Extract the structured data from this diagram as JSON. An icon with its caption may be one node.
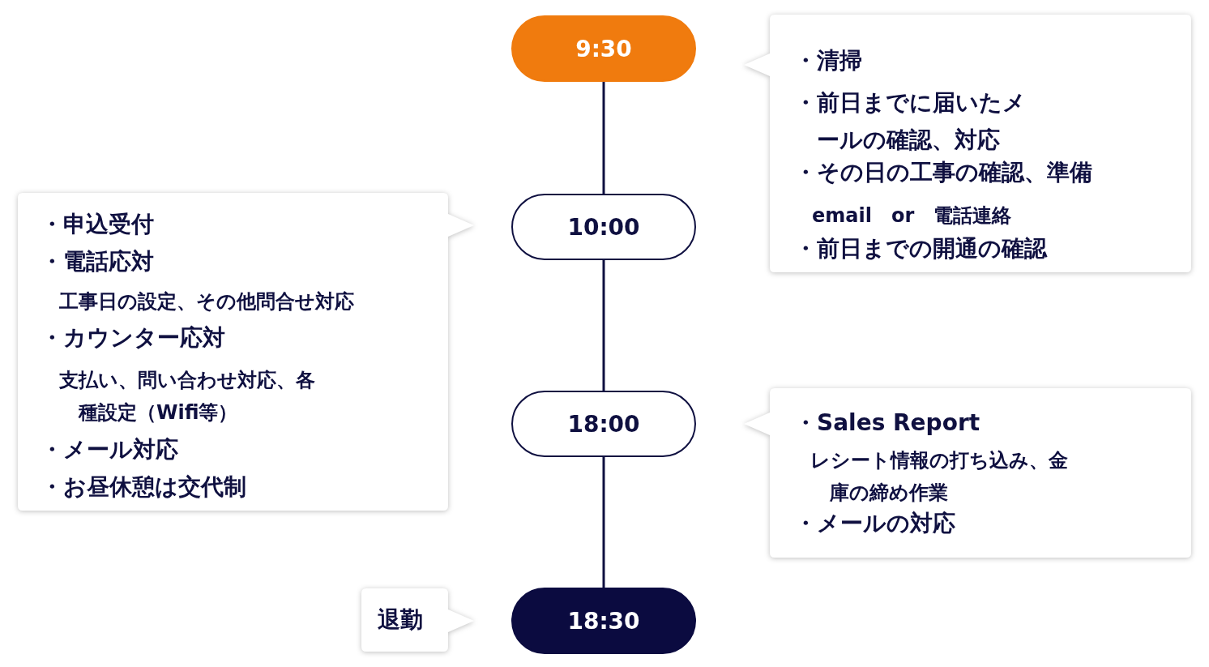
{
  "diagram": {
    "nodes": [
      {
        "text": [
          "9:30"
        ]
      },
      {
        "text": [
          "10:00"
        ]
      },
      {
        "text": [
          "18:00"
        ]
      },
      {
        "text": [
          "18:30"
        ]
      },
      {
        "text": [
          "・清掃",
          "・前日までに届いたメールの確認、対応",
          "・その日の工事の確認、準備",
          "email　or　電話連絡",
          "・前日までの開通の確認"
        ]
      },
      {
        "text": [
          "・申込受付",
          "・電話応対",
          "工事日の設定、その他問合せ対応",
          "・カウンター応対",
          "支払い、問い合わせ対応、各種設定（Wifi等）",
          "・メール対応",
          "・お昼休憩は交代制"
        ]
      },
      {
        "text": [
          "・Sales Report",
          "レシート情報の打ち込み、金庫の締め作業",
          "・メールの対応"
        ]
      },
      {
        "text": [
          "退勤"
        ]
      }
    ],
    "edges": [
      {
        "from": 0,
        "to": 1,
        "arrow": "none"
      },
      {
        "from": 1,
        "to": 2,
        "arrow": "none"
      },
      {
        "from": 2,
        "to": 3,
        "arrow": "none"
      }
    ]
  }
}
